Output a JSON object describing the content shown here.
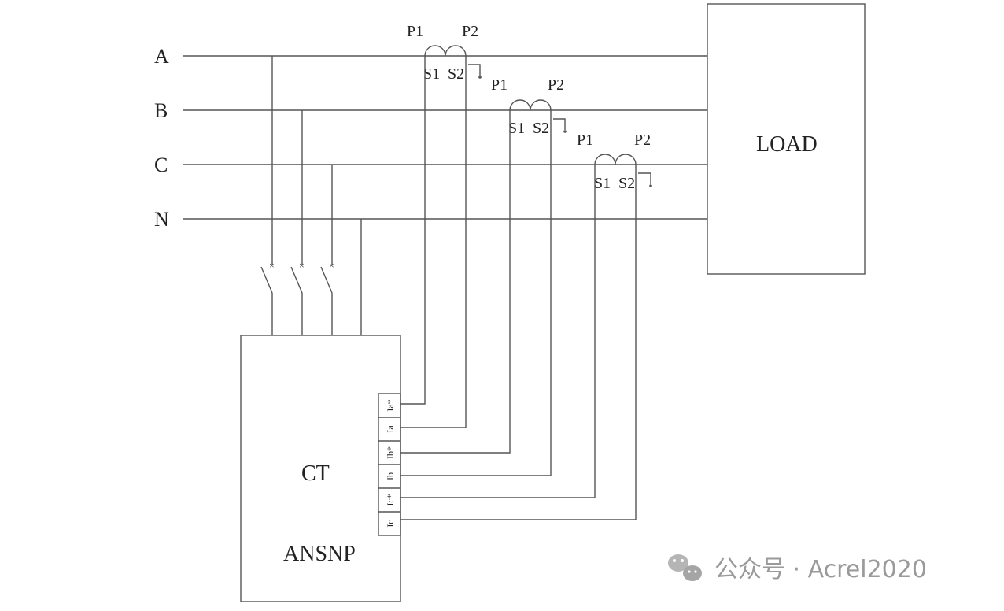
{
  "phases": [
    "A",
    "B",
    "C",
    "N"
  ],
  "ct": {
    "p1_label": "P1",
    "p2_label": "P2",
    "s1_label": "S1",
    "s2_label": "S2"
  },
  "load_label": "LOAD",
  "device": {
    "line1": "CT",
    "line2": "ANSNP",
    "terminals": [
      "Ia*",
      "Ia",
      "Ib*",
      "Ib",
      "Ic*",
      "Ic"
    ]
  },
  "watermark": {
    "text": "公众号 · Acrel2020",
    "icon": "wechat-icon",
    "color": "#9a9a9a"
  }
}
